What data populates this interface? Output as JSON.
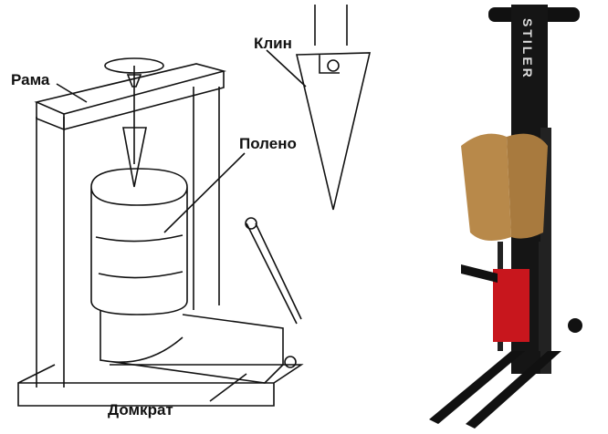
{
  "labels": {
    "frame": "Рама",
    "wedge": "Клин",
    "log": "Полено",
    "jack": "Домкрат"
  },
  "product": {
    "brand": "STILER"
  }
}
